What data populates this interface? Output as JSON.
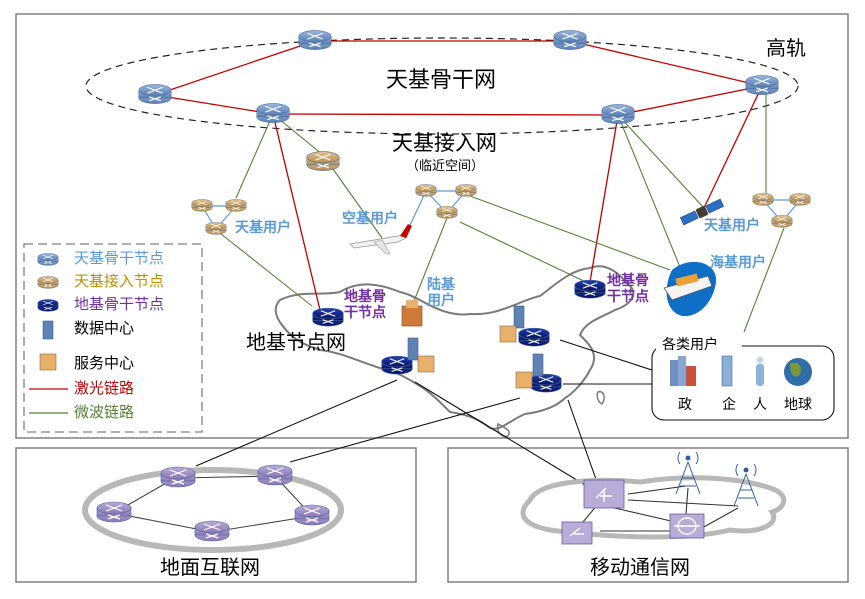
{
  "diagram": {
    "space_backbone": {
      "title": "天基骨干网",
      "orbit_label": "高轨"
    },
    "space_access": {
      "title": "天基接入网",
      "subtitle": "（临近空间）"
    },
    "ground_node_net": {
      "title": "地基节点网"
    },
    "ground_internet": {
      "title": "地面互联网"
    },
    "mobile_net": {
      "title": "移动通信网"
    },
    "labels": {
      "space_user_left": "天基用户",
      "space_user_right": "天基用户",
      "air_user": "空基用户",
      "land_user_line1": "陆基",
      "land_user_line2": "用户",
      "sea_user": "海基用户",
      "ground_backbone_left_line1": "地基骨",
      "ground_backbone_left_line2": "干节点",
      "ground_backbone_right_line1": "地基骨",
      "ground_backbone_right_line2": "干节点"
    },
    "users_box": {
      "title": "各类用户",
      "items": [
        {
          "label": "政",
          "icon": "government-buildings-icon"
        },
        {
          "label": "企",
          "icon": "enterprise-tower-icon"
        },
        {
          "label": "人",
          "icon": "person-icon"
        },
        {
          "label": "地球",
          "icon": "earth-globe-icon"
        }
      ]
    },
    "legend": {
      "items": [
        {
          "label": "天基骨干节点",
          "icon": "space-backbone-node-icon",
          "color": "#5b9bd5"
        },
        {
          "label": "天基接入节点",
          "icon": "space-access-node-icon",
          "color": "#bf9000"
        },
        {
          "label": "地基骨干节点",
          "icon": "ground-backbone-node-icon",
          "color": "#7030a0"
        },
        {
          "label": "数据中心",
          "icon": "data-center-icon",
          "color": "#000000"
        },
        {
          "label": "服务中心",
          "icon": "service-center-icon",
          "color": "#000000"
        },
        {
          "label": "激光链路",
          "icon": "laser-link-line",
          "color": "#c00000"
        },
        {
          "label": "微波链路",
          "icon": "microwave-link-line",
          "color": "#548235"
        }
      ]
    },
    "colors": {
      "laser": "#c00000",
      "microwave": "#548235",
      "space_backbone_node": "#6f93c4",
      "space_access_node": "#c9a46a",
      "ground_backbone_node": "#0a1f8f",
      "ground_internet_node": "#9b8ac4",
      "label_blue": "#5b9bd5",
      "label_purple": "#7030a0"
    }
  }
}
